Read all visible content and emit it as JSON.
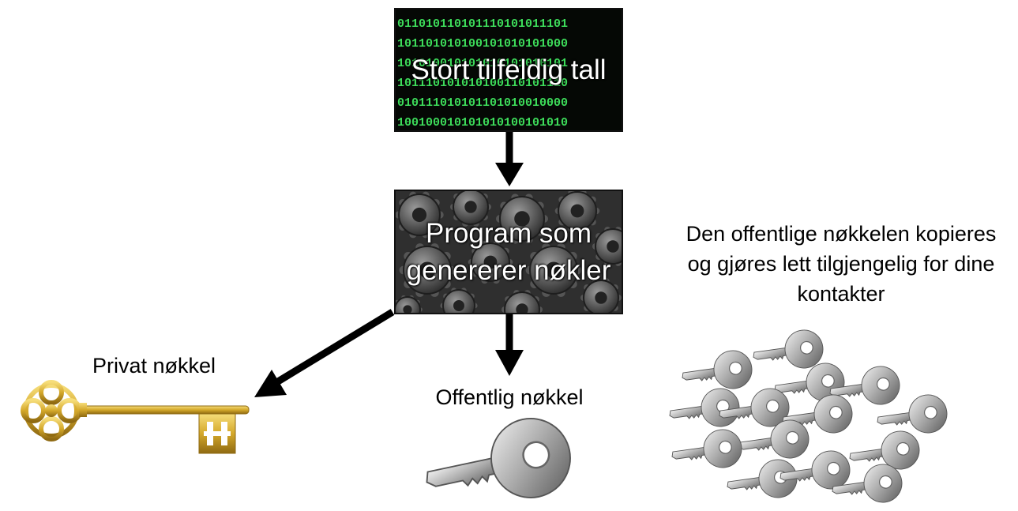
{
  "random_box": {
    "title": "Stort tilfeldig tall",
    "binary_rows": [
      "011010110101110101011101",
      "101101010100101010101000",
      "101010010101010101010101",
      "101110101010100110101110",
      "010111010101101010010000",
      "100100010101010100101010"
    ]
  },
  "program_box": {
    "title": "Program som genererer nøkler"
  },
  "private_key": {
    "label": "Privat nøkkel",
    "color": "#d4a82a"
  },
  "public_key": {
    "label": "Offentlig nøkkel",
    "color": "#a8a8a8"
  },
  "shared_keys": {
    "caption": "Den offentlige nøkkelen kopieres og gjøres lett tilgjengelig for dine kontakter"
  },
  "colors": {
    "binary_green": "#3ddc5a",
    "arrow": "#000000"
  }
}
